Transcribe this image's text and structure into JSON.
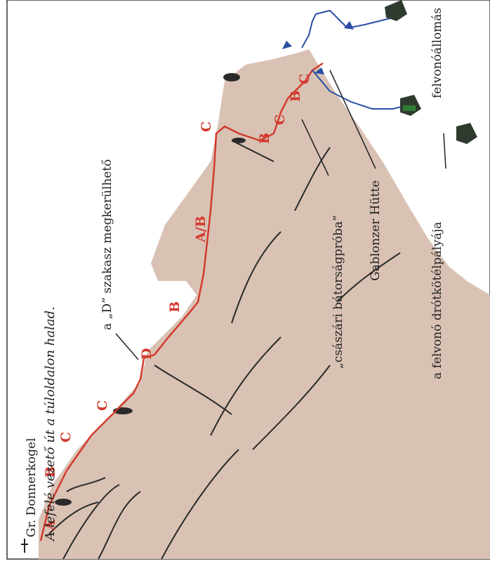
{
  "diagram": {
    "summit_label": "Gr. Donnerkogel",
    "descent_note": "A lefelé vezető út a túloldalon halad.",
    "bypass_note": "a „D” szakasz megkerülhető",
    "trial_note": "„császári bátorságpróba”",
    "hut_label": "Gablonzer Hütte",
    "cable_car_label": "a felvonó drótkötélpályája",
    "station_label": "felvonóállomás",
    "grades": [
      "A",
      "B",
      "C",
      "C",
      "D",
      "B",
      "A/B",
      "C",
      "B",
      "C",
      "B",
      "C"
    ],
    "colors": {
      "rock": "#d9c2b4",
      "route": "#d23a2e",
      "path": "#2b4fa3",
      "ink": "#222222",
      "tree": "#2f3a2f"
    }
  }
}
